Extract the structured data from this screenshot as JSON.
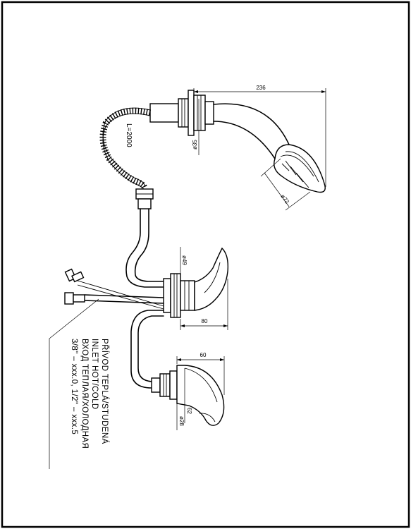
{
  "dimensions": {
    "shower_length": "236",
    "hose_length": "L=2000",
    "nut_diameter": "ø35",
    "head_diameter": "ø72",
    "mixer_diameter": "ø49",
    "mixer_projection": "80",
    "spout_depth": "60",
    "spout_height": "62",
    "spout_diameter": "ø28"
  },
  "inlet_label": {
    "line1": "PŘÍVOD TEPLÁ/STUDENÁ",
    "line2": "INLET HOT/COLD",
    "line3": "ВХОД ТЕПЛАЯ/ХОЛОДНАЯ",
    "line4": "3/8\" – xxx.0, 1/2\" – xxx.5"
  }
}
